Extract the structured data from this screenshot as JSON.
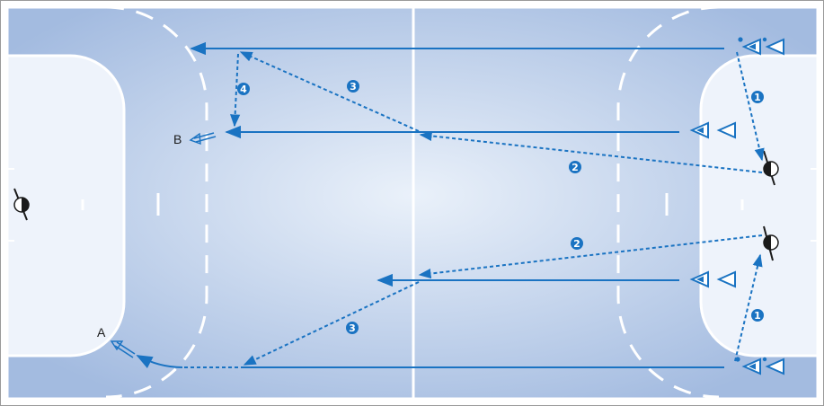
{
  "colors": {
    "court_center": "#e3ecf8",
    "court_edge": "#a9c0e3",
    "goal_area": "#eef3fb",
    "lines": "#ffffff",
    "arrows": "#1a73c2",
    "border": "#9a9a9a"
  },
  "labels": {
    "point_a": "A",
    "point_b": "B"
  },
  "steps": {
    "top_1": "1",
    "top_2": "2",
    "top_3": "3",
    "top_4": "4",
    "bottom_1": "1",
    "bottom_2": "2",
    "bottom_3": "3"
  },
  "icons": {
    "player_icon": "triangle-player-icon",
    "goalkeeper_icon": "goalkeeper-icon",
    "ball_icon": "ball-icon"
  }
}
